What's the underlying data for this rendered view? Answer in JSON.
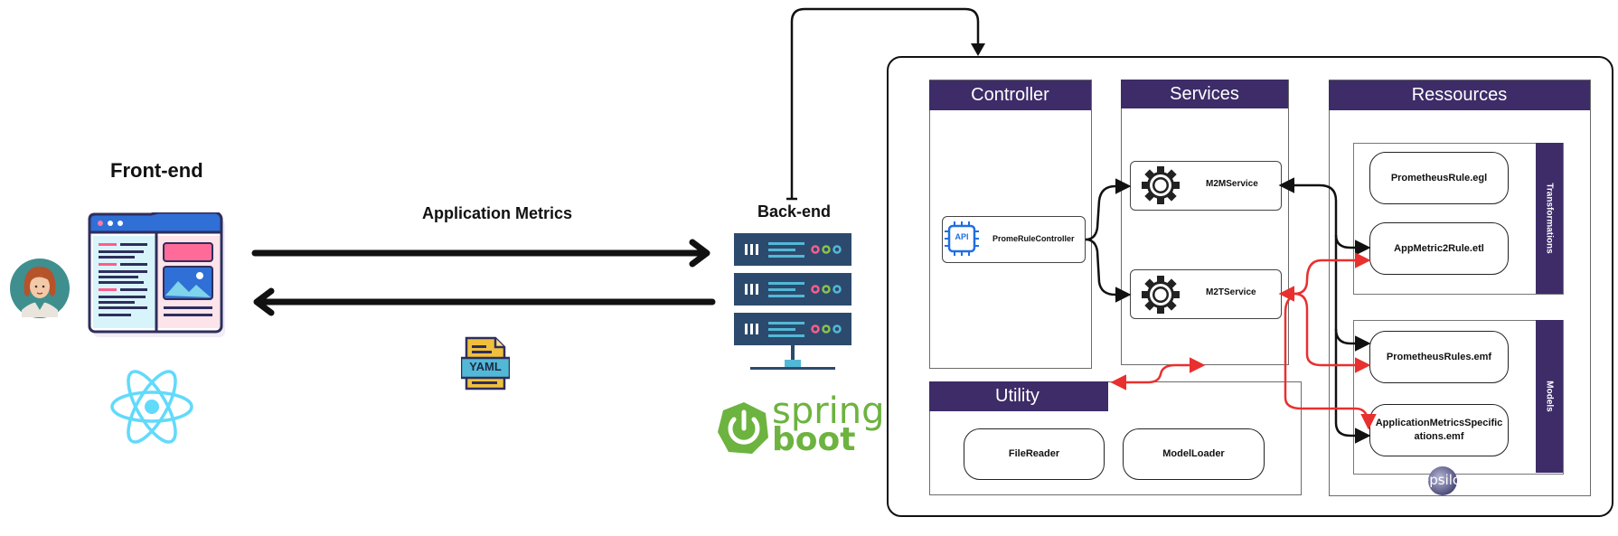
{
  "frontend": {
    "title": "Front-end"
  },
  "metrics_label": "Application Metrics",
  "yaml_badge": "YAML",
  "backend": {
    "title": "Back-end",
    "logo_word1": "spring",
    "logo_word2": "boot"
  },
  "controller": {
    "header": "Controller",
    "component": "PromeRuleController",
    "api_chip": "API"
  },
  "services": {
    "header": "Services",
    "m2m": "M2MService",
    "m2t": "M2TService"
  },
  "resources": {
    "header": "Ressources",
    "transformations_label": "Transformations",
    "transformations": [
      "PrometheusRule.egl",
      "AppMetric2Rule.etl"
    ],
    "models_label": "Models",
    "models": [
      "PrometheusRules.emf",
      "ApplicationMetricsSpecifications.emf"
    ],
    "epsilon_logo": "epsilon"
  },
  "utility": {
    "header": "Utility",
    "items": [
      "FileReader",
      "ModelLoader"
    ]
  },
  "colors": {
    "header_bg": "#3d2c68",
    "red_arrow": "#e8302f",
    "server_blue": "#2c4a6e",
    "spring_green": "#6db33f",
    "react_blue": "#61dafb"
  }
}
